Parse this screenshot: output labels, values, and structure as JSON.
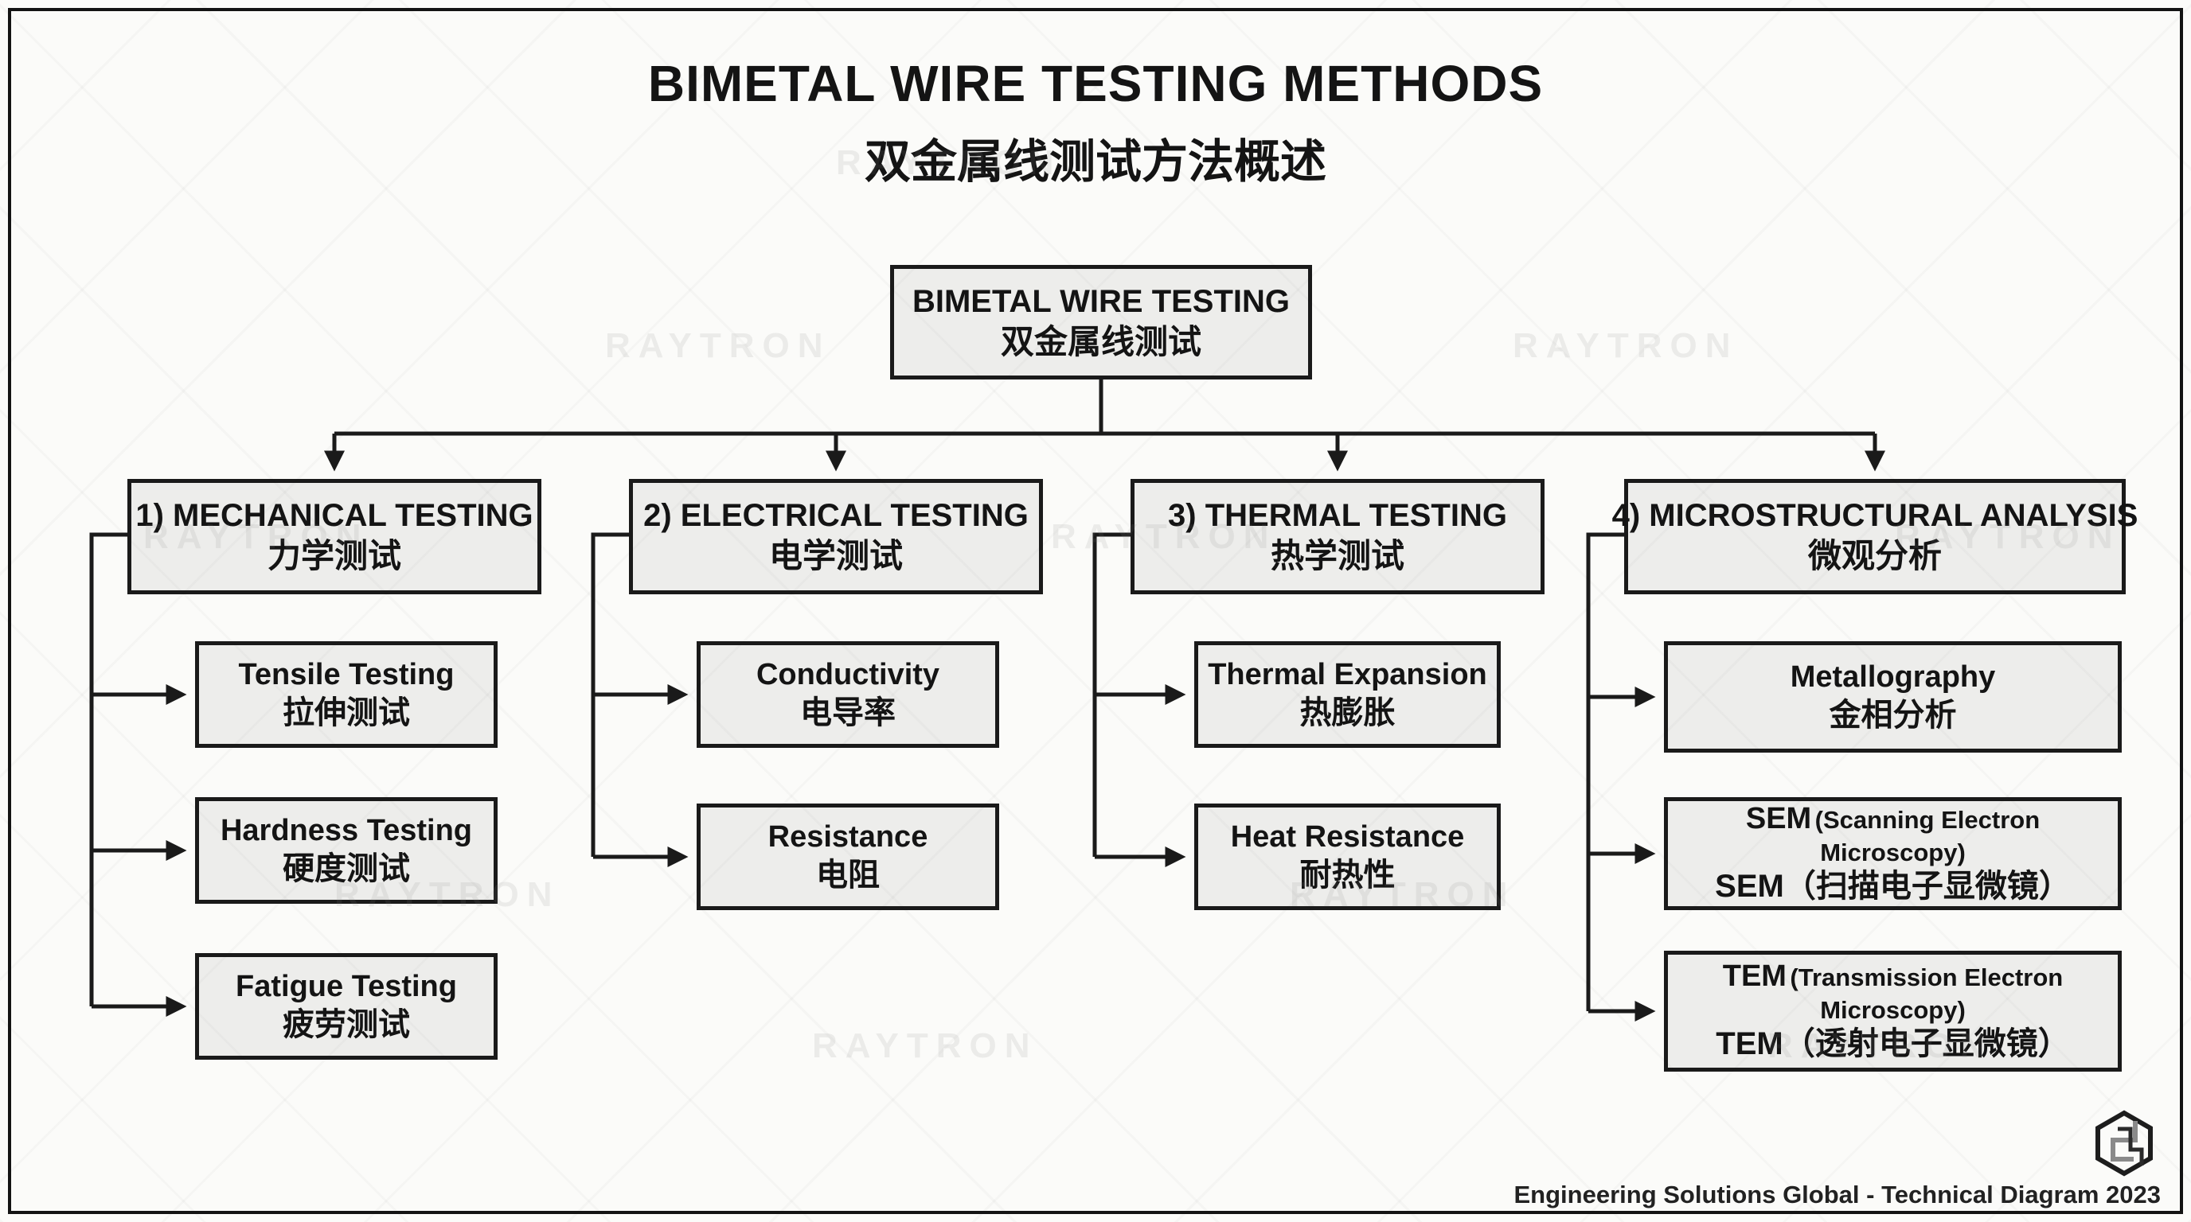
{
  "title": {
    "line1": "BIMETAL WIRE TESTING METHODS",
    "line2": "双金属线测试方法概述"
  },
  "root": {
    "en": "BIMETAL WIRE TESTING",
    "zh": "双金属线测试"
  },
  "branches": [
    {
      "en": "1) MECHANICAL TESTING",
      "zh": "力学测试",
      "children": [
        {
          "en": "Tensile Testing",
          "zh": "拉伸测试"
        },
        {
          "en": "Hardness Testing",
          "zh": "硬度测试"
        },
        {
          "en": "Fatigue Testing",
          "zh": "疲劳测试"
        }
      ]
    },
    {
      "en": "2) ELECTRICAL TESTING",
      "zh": "电学测试",
      "children": [
        {
          "en": "Conductivity",
          "zh": "电导率"
        },
        {
          "en": "Resistance",
          "zh": "电阻"
        }
      ]
    },
    {
      "en": "3) THERMAL TESTING",
      "zh": "热学测试",
      "children": [
        {
          "en": "Thermal Expansion",
          "zh": "热膨胀"
        },
        {
          "en": "Heat Resistance",
          "zh": "耐热性"
        }
      ]
    },
    {
      "en": "4) MICROSTRUCTURAL ANALYSIS",
      "zh": "微观分析",
      "children": [
        {
          "en": "Metallography",
          "zh": "金相分析"
        },
        {
          "en_main": "SEM",
          "en_paren": "(Scanning Electron Microscopy)",
          "zh": "SEM（扫描电子显微镜）"
        },
        {
          "en_main": "TEM",
          "en_paren": "(Transmission Electron Microscopy)",
          "zh": "TEM（透射电子显微镜）"
        }
      ]
    }
  ],
  "watermark": "RAYTRON",
  "footer": {
    "credit": "Engineering Solutions Global - Technical Diagram 2023"
  },
  "colors": {
    "box_fill": "#ededeb",
    "box_border": "#1a1a1a",
    "background": "#fbfbf9",
    "line": "#1a1a1a"
  }
}
